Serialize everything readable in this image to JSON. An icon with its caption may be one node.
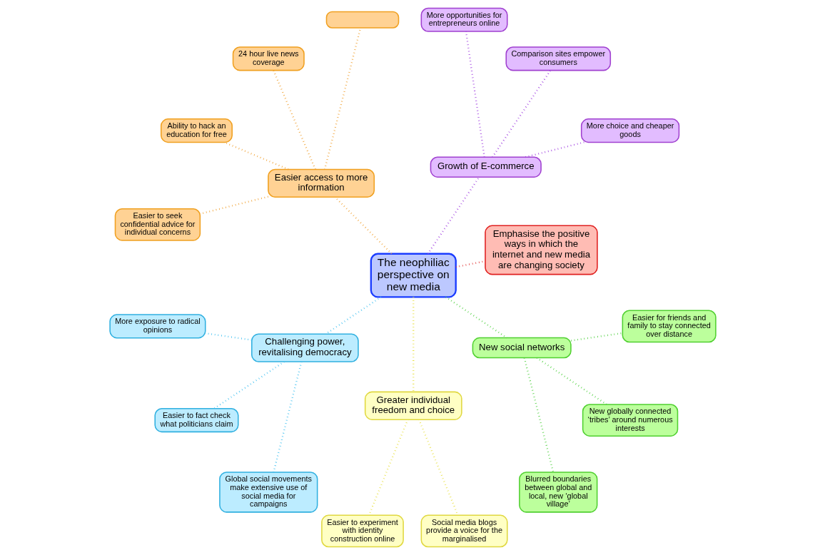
{
  "diagram": {
    "nodes": [
      {
        "text": [
          "The neophiliac perspective on new media"
        ]
      },
      {
        "text": [
          "Emphasise the positive ways in which the internet and new media are changing society"
        ]
      },
      {
        "text": [
          "Growth of E-commerce"
        ]
      },
      {
        "text": [
          "More choice and cheaper goods"
        ]
      },
      {
        "text": [
          "Comparison sites empower consumers"
        ]
      },
      {
        "text": [
          "More opportunities for entrepreneurs online"
        ]
      },
      {
        "text": [
          "Easier access to more information"
        ]
      },
      {
        "text": [],
        "shape": "box"
      },
      {
        "text": [
          "24 hour live news coverage"
        ]
      },
      {
        "text": [
          "Ability to hack an education for free"
        ]
      },
      {
        "text": [
          "Easier to seek confidential advice for individual concerns"
        ]
      },
      {
        "text": [
          "Challenging power, revitalising democracy"
        ]
      },
      {
        "text": [
          "More exposure to radical opinions"
        ]
      },
      {
        "text": [
          "Easier to fact check what politicians claim"
        ]
      },
      {
        "text": [
          "Global social movements make extensive use of social media for campaigns"
        ]
      },
      {
        "text": [
          "Greater individual freedom and choice"
        ]
      },
      {
        "text": [
          "Easier to experiment with identity construction online"
        ]
      },
      {
        "text": [
          "Social media blogs provide a voice for the marginalised"
        ]
      },
      {
        "text": [
          "New social networks"
        ]
      },
      {
        "text": [
          "Blurred boundaries between global and local, new ‘global village’"
        ]
      },
      {
        "text": [
          "New globally connected ‘tribes’ around numerous interests"
        ]
      },
      {
        "text": [
          "Easier for friends and family to stay connected over distance"
        ]
      }
    ],
    "edges": [
      {
        "from": 0,
        "to": 1,
        "arrow": "none",
        "style": "dashed",
        "color": "#e03030"
      },
      {
        "from": 0,
        "to": 2,
        "arrow": "none",
        "style": "dashed",
        "color": "#a040e0"
      },
      {
        "from": 2,
        "to": 3,
        "arrow": "none",
        "style": "dashed",
        "color": "#a040e0"
      },
      {
        "from": 2,
        "to": 4,
        "arrow": "none",
        "style": "dashed",
        "color": "#a040e0"
      },
      {
        "from": 2,
        "to": 5,
        "arrow": "none",
        "style": "dashed",
        "color": "#a040e0"
      },
      {
        "from": 0,
        "to": 6,
        "arrow": "none",
        "style": "dashed",
        "color": "#f0a030"
      },
      {
        "from": 6,
        "to": 7,
        "arrow": "none",
        "style": "dashed",
        "color": "#f0a030"
      },
      {
        "from": 6,
        "to": 8,
        "arrow": "none",
        "style": "dashed",
        "color": "#f0a030"
      },
      {
        "from": 6,
        "to": 9,
        "arrow": "none",
        "style": "dashed",
        "color": "#f0a030"
      },
      {
        "from": 6,
        "to": 10,
        "arrow": "none",
        "style": "dashed",
        "color": "#f0a030"
      },
      {
        "from": 0,
        "to": 11,
        "arrow": "none",
        "style": "dashed",
        "color": "#40c0f0"
      },
      {
        "from": 11,
        "to": 12,
        "arrow": "none",
        "style": "dashed",
        "color": "#40c0f0"
      },
      {
        "from": 11,
        "to": 13,
        "arrow": "none",
        "style": "dashed",
        "color": "#40c0f0"
      },
      {
        "from": 11,
        "to": 14,
        "arrow": "none",
        "style": "dashed",
        "color": "#40c0f0"
      },
      {
        "from": 0,
        "to": 15,
        "arrow": "none",
        "style": "dashed",
        "color": "#e8e040"
      },
      {
        "from": 15,
        "to": 16,
        "arrow": "none",
        "style": "dashed",
        "color": "#e8e040"
      },
      {
        "from": 15,
        "to": 17,
        "arrow": "none",
        "style": "dashed",
        "color": "#e8e040"
      },
      {
        "from": 0,
        "to": 18,
        "arrow": "none",
        "style": "dashed",
        "color": "#50d040"
      },
      {
        "from": 18,
        "to": 19,
        "arrow": "none",
        "style": "dashed",
        "color": "#50d040"
      },
      {
        "from": 18,
        "to": 20,
        "arrow": "none",
        "style": "dashed",
        "color": "#50d040"
      },
      {
        "from": 18,
        "to": 21,
        "arrow": "none",
        "style": "dashed",
        "color": "#50d040"
      }
    ]
  }
}
